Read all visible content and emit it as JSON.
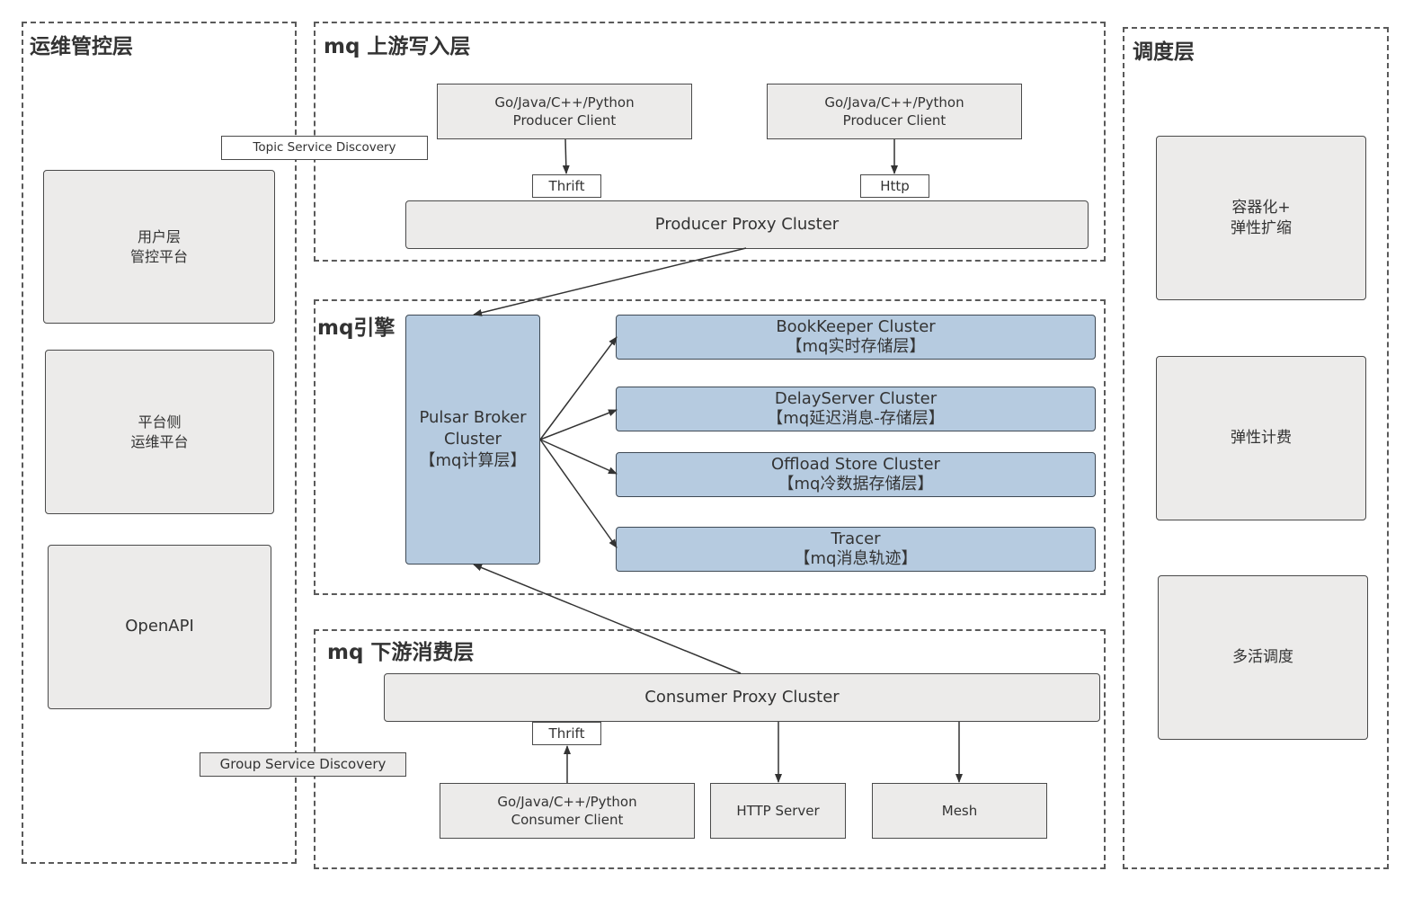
{
  "groups": {
    "ops": {
      "title": "运维管控层"
    },
    "upstream": {
      "title": "mq 上游写入层"
    },
    "engine": {
      "title": "mq引擎"
    },
    "downstream": {
      "title": "mq 下游消费层"
    },
    "scheduling": {
      "title": "调度层"
    }
  },
  "ops": {
    "user_platform": [
      "用户层",
      "管控平台"
    ],
    "ops_platform": [
      "平台侧",
      "运维平台"
    ],
    "openapi": "OpenAPI"
  },
  "discovery": {
    "topic": "Topic Service Discovery",
    "group": "Group Service Discovery"
  },
  "upstream": {
    "producer_client_1": [
      "Go/Java/C++/Python",
      "Producer Client"
    ],
    "producer_client_2": [
      "Go/Java/C++/Python",
      "Producer Client"
    ],
    "protocol_1": "Thrift",
    "protocol_2": "Http",
    "proxy": "Producer Proxy Cluster"
  },
  "engine": {
    "broker": [
      "Pulsar Broker",
      "Cluster",
      "【mq计算层】"
    ],
    "bookkeeper": [
      "BookKeeper Cluster",
      "【mq实时存储层】"
    ],
    "delayserver": [
      "DelayServer Cluster",
      "【mq延迟消息-存储层】"
    ],
    "offload": [
      "Offload Store Cluster",
      "【mq冷数据存储层】"
    ],
    "tracer": [
      "Tracer",
      "【mq消息轨迹】"
    ]
  },
  "downstream": {
    "proxy": "Consumer Proxy Cluster",
    "protocol": "Thrift",
    "consumer_client": [
      "Go/Java/C++/Python",
      "Consumer Client"
    ],
    "http_server": "HTTP Server",
    "mesh": "Mesh"
  },
  "scheduling": {
    "containerization": [
      "容器化+",
      "弹性扩缩"
    ],
    "billing": "弹性计费",
    "multi_active": "多活调度"
  },
  "colors": {
    "engine_fill": "#b6cbe0",
    "default_fill": "#ecebea",
    "stroke": "#4a4a4a"
  }
}
